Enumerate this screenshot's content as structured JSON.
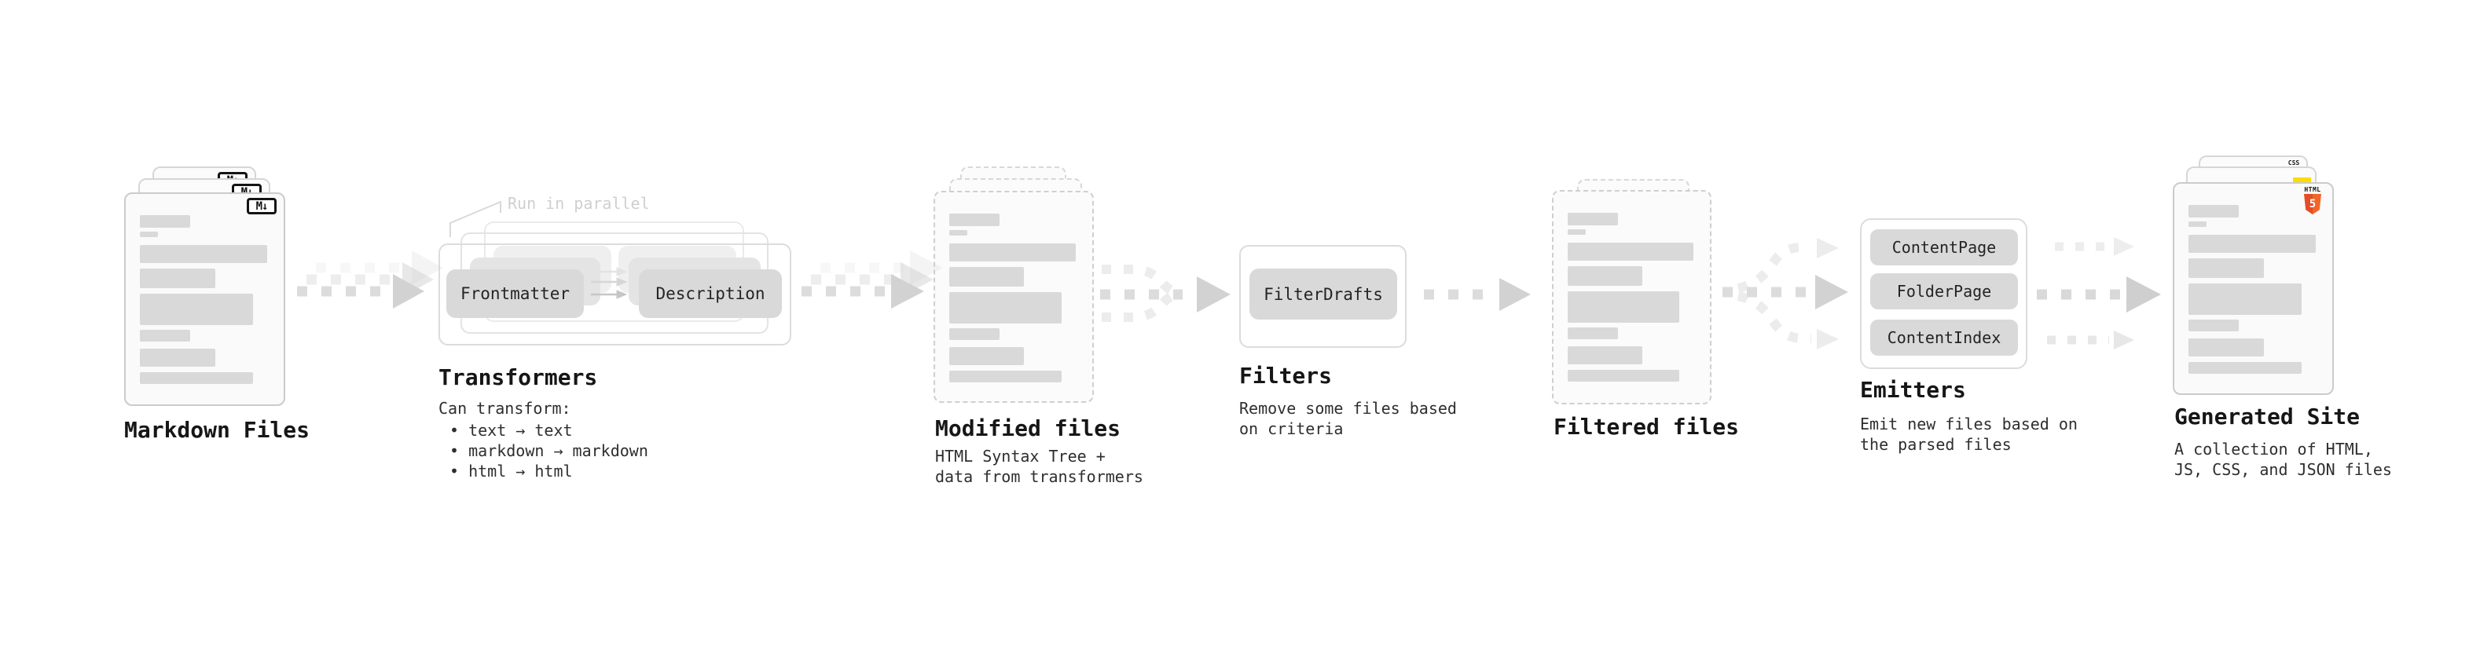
{
  "stages": {
    "markdown": {
      "label": "Markdown Files",
      "badge": "M↓"
    },
    "transformers": {
      "label": "Transformers",
      "annotation": "Run in parallel",
      "box_front": "Frontmatter",
      "box_back": "Description",
      "subtitle": "Can transform:",
      "bullets": [
        "• text → text",
        "• markdown → markdown",
        "• html → html"
      ]
    },
    "modified": {
      "label": "Modified files",
      "sublabel": "HTML Syntax Tree +\ndata from transformers"
    },
    "filters": {
      "label": "Filters",
      "box": "FilterDrafts",
      "sublabel": "Remove some files based\non criteria"
    },
    "filtered": {
      "label": "Filtered files"
    },
    "emitters": {
      "label": "Emitters",
      "boxes": [
        "ContentPage",
        "FolderPage",
        "ContentIndex"
      ],
      "sublabel": "Emit new files based on\nthe parsed files"
    },
    "generated": {
      "label": "Generated Site",
      "sublabel": "A collection of HTML,\nJS, CSS, and JSON files",
      "css_badge": "CSS",
      "html_badge": "HTML",
      "html_number": "5"
    }
  },
  "colors": {
    "html5_orange": "#e44d26",
    "html5_orange_light": "#f16529",
    "js_yellow": "#ffdc00",
    "css_blue": "#2d62e6",
    "bar_gray": "#d9d9d9",
    "box_gray": "#d9d9d9",
    "arrow_gray": "#d2d2d2",
    "annotation_gray": "#cfcfcf"
  }
}
